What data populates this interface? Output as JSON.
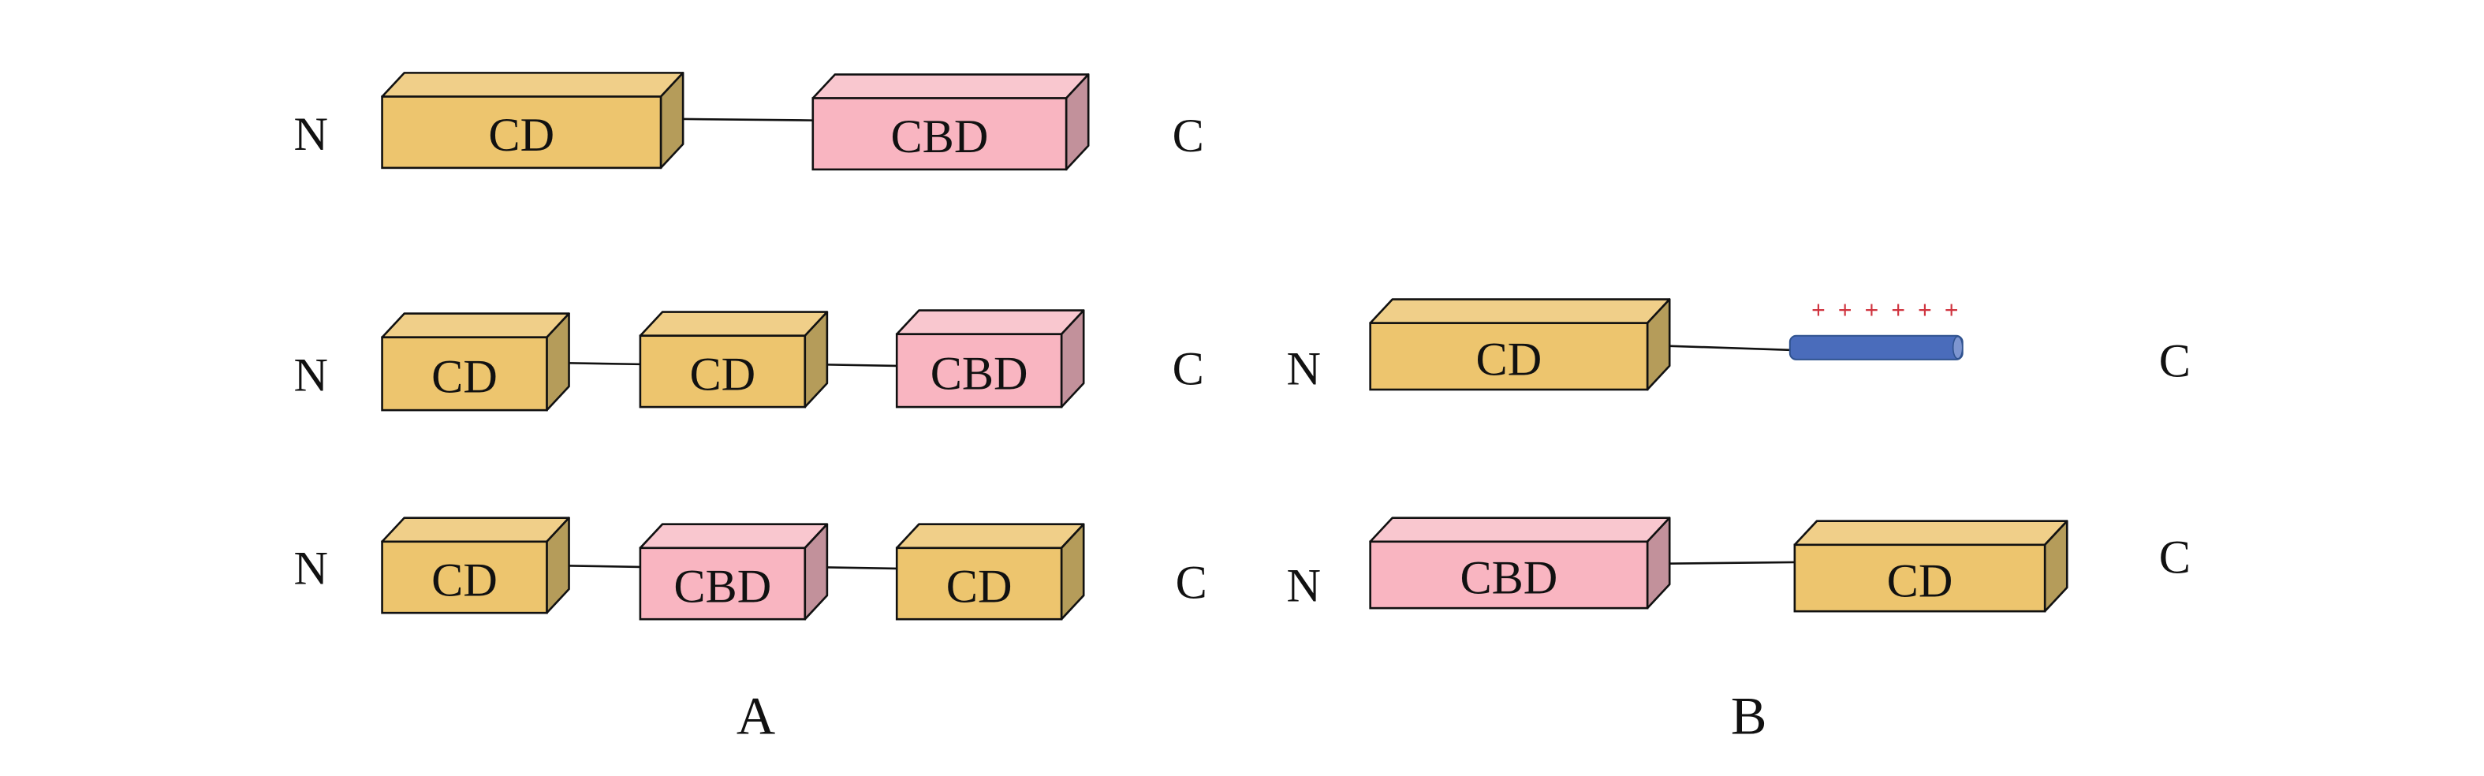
{
  "panels": [
    {
      "label": "A",
      "constructs": [
        {
          "n_label": "N",
          "c_label": "C",
          "domains": [
            "CD",
            "CBD"
          ]
        },
        {
          "n_label": "N",
          "c_label": "C",
          "domains": [
            "CD",
            "CD",
            "CBD"
          ]
        },
        {
          "n_label": "N",
          "c_label": "C",
          "domains": [
            "CD",
            "CBD",
            "CD"
          ]
        }
      ]
    },
    {
      "label": "B",
      "constructs": [
        {
          "n_label": "N",
          "c_label": "C",
          "domains": [
            "CD"
          ],
          "tail": {
            "type": "cationic-helix",
            "charges": [
              "+",
              "+",
              "+",
              "+",
              "+",
              "+"
            ]
          }
        },
        {
          "n_label": "N",
          "c_label": "C",
          "domains": [
            "CBD",
            "CD"
          ]
        }
      ]
    }
  ],
  "colors": {
    "CD": {
      "front": "#EDC56E",
      "top": "#F0CF89",
      "side": "#B59C5A"
    },
    "CBD": {
      "front": "#F9B5C1",
      "top": "#F9C7CF",
      "side": "#C2919B"
    },
    "helix": "#4A6CBB",
    "helix_stroke": "#2F528F",
    "charge": "#D0343F"
  }
}
